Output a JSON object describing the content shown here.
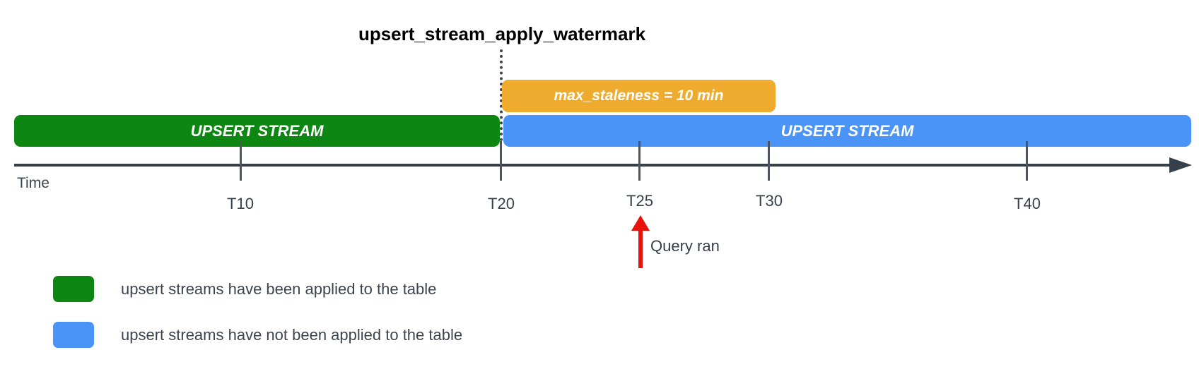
{
  "diagram": {
    "title": "upsert_stream_apply_watermark",
    "colors": {
      "green": "#0d8712",
      "blue": "#4a94f8",
      "orange": "#eeab2e",
      "axis": "#36404b",
      "query_arrow": "#e8120c",
      "text": "#3c4450"
    },
    "bars": {
      "staleness": {
        "label": "max_staleness = 10 min"
      },
      "applied": {
        "label": "UPSERT STREAM"
      },
      "not_applied": {
        "label": "UPSERT STREAM"
      }
    },
    "axis": {
      "name": "Time",
      "ticks": [
        {
          "label": "T10"
        },
        {
          "label": "T20"
        },
        {
          "label": "T25"
        },
        {
          "label": "T30"
        },
        {
          "label": "T40"
        }
      ]
    },
    "annotation": {
      "query_ran": "Query ran"
    },
    "legend": {
      "items": [
        {
          "label": "upsert streams have been applied to the table",
          "color": "#0d8712"
        },
        {
          "label": "upsert streams have not been applied to the table",
          "color": "#4a94f8"
        }
      ]
    }
  },
  "chart_data": {
    "type": "timeline",
    "title": "upsert_stream_apply_watermark",
    "xlabel": "Time",
    "tick_labels": [
      "T10",
      "T20",
      "T25",
      "T30",
      "T40"
    ],
    "tick_values": [
      10,
      20,
      25,
      30,
      40
    ],
    "watermark_at": "T20",
    "series": [
      {
        "name": "UPSERT STREAM (applied)",
        "color": "#0d8712",
        "start": 0,
        "end": 20
      },
      {
        "name": "UPSERT STREAM (not applied)",
        "color": "#4a94f8",
        "start": 20,
        "end": 46
      },
      {
        "name": "max_staleness = 10 min",
        "color": "#eeab2e",
        "start": 20,
        "end": 30
      }
    ],
    "events": [
      {
        "name": "Query ran",
        "at": "T25",
        "color": "#e8120c"
      }
    ],
    "legend": [
      {
        "label": "upsert streams have been applied to the table",
        "color": "#0d8712"
      },
      {
        "label": "upsert streams have not been applied to the table",
        "color": "#4a94f8"
      }
    ],
    "grid": false,
    "legend_position": "bottom-left"
  }
}
